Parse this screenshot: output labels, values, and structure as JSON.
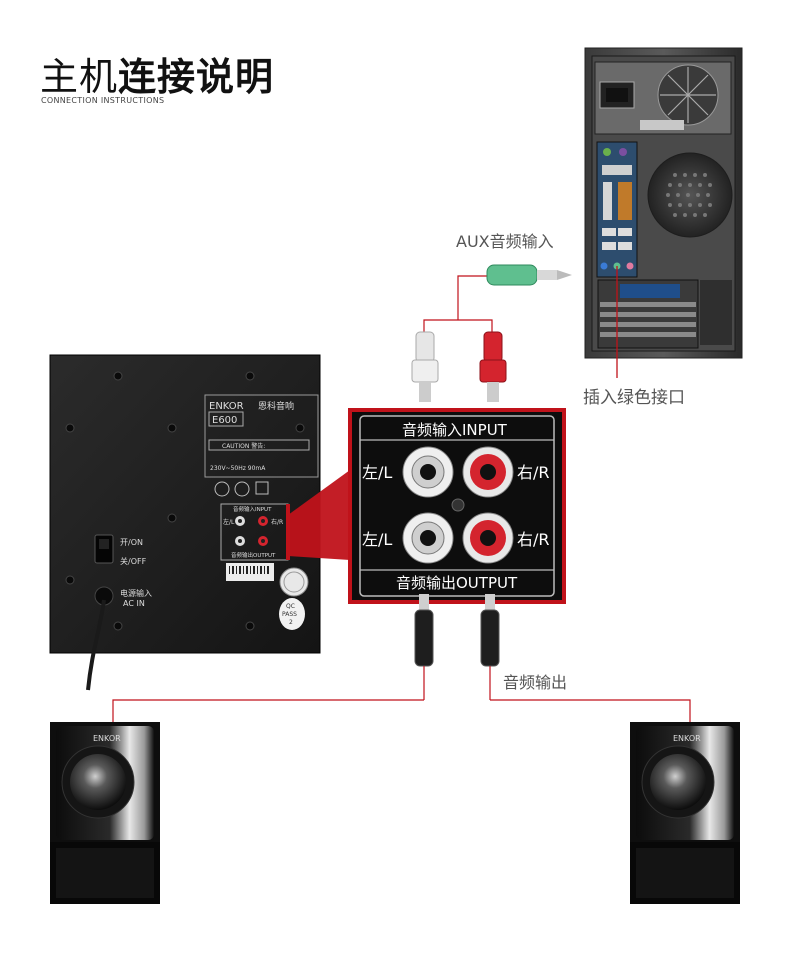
{
  "title_light": "主机",
  "title_bold": "连接说明",
  "subtitle": "CONNECTION INSTRUCTIONS",
  "aux_label": "AUX音频输入",
  "green_port_label": "插入绿色接口",
  "audio_out_label": "音频输出",
  "panel": {
    "input_label": "音频输入INPUT",
    "output_label": "音频输出OUTPUT",
    "left": "左/L",
    "right": "右/R"
  },
  "subwoofer": {
    "brand": "ENKOR",
    "brand_cn": "恩科音响",
    "model": "E600",
    "caution": "CAUTION 警告:",
    "rating": "230V~50Hz  90mA",
    "switch_on": "开/ON",
    "switch_off": "关/OFF",
    "power_in_cn": "电源输入",
    "power_in": "AC IN",
    "qc_1": "QC",
    "qc_2": "PASS",
    "qc_3": "2",
    "mini_input": "音频输入INPUT",
    "mini_output": "音频输出OUTPUT",
    "mini_left": "左/L",
    "mini_right": "右/R"
  },
  "satellite_brand": "ENKOR",
  "colors": {
    "highlight_red": "#c0121a",
    "aux_green": "#5fbf8f",
    "rca_red": "#d4242e",
    "rca_white": "#e6e6e6"
  }
}
